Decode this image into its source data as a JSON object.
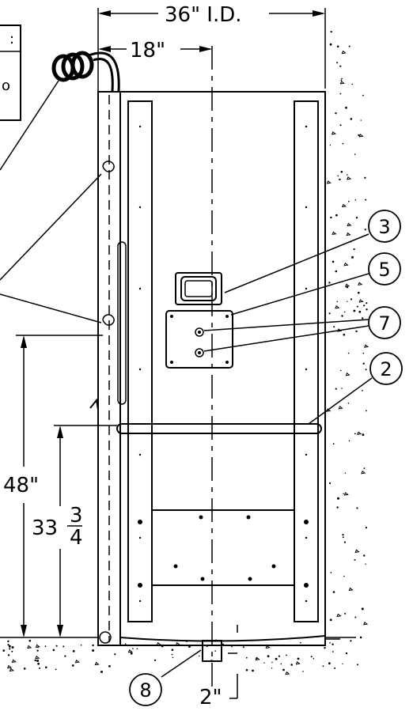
{
  "dimensions": {
    "width_label": "36\" I.D.",
    "half_width_label": "18\"",
    "height_48_label": "48\"",
    "height_33_whole": "33",
    "height_33_num": "3",
    "height_33_den": "4",
    "offset_label": "2\""
  },
  "callouts": [
    "3",
    "5",
    "7",
    "2",
    "8"
  ],
  "partial_text": {
    "top_left": ":",
    "mid_left": "o"
  }
}
